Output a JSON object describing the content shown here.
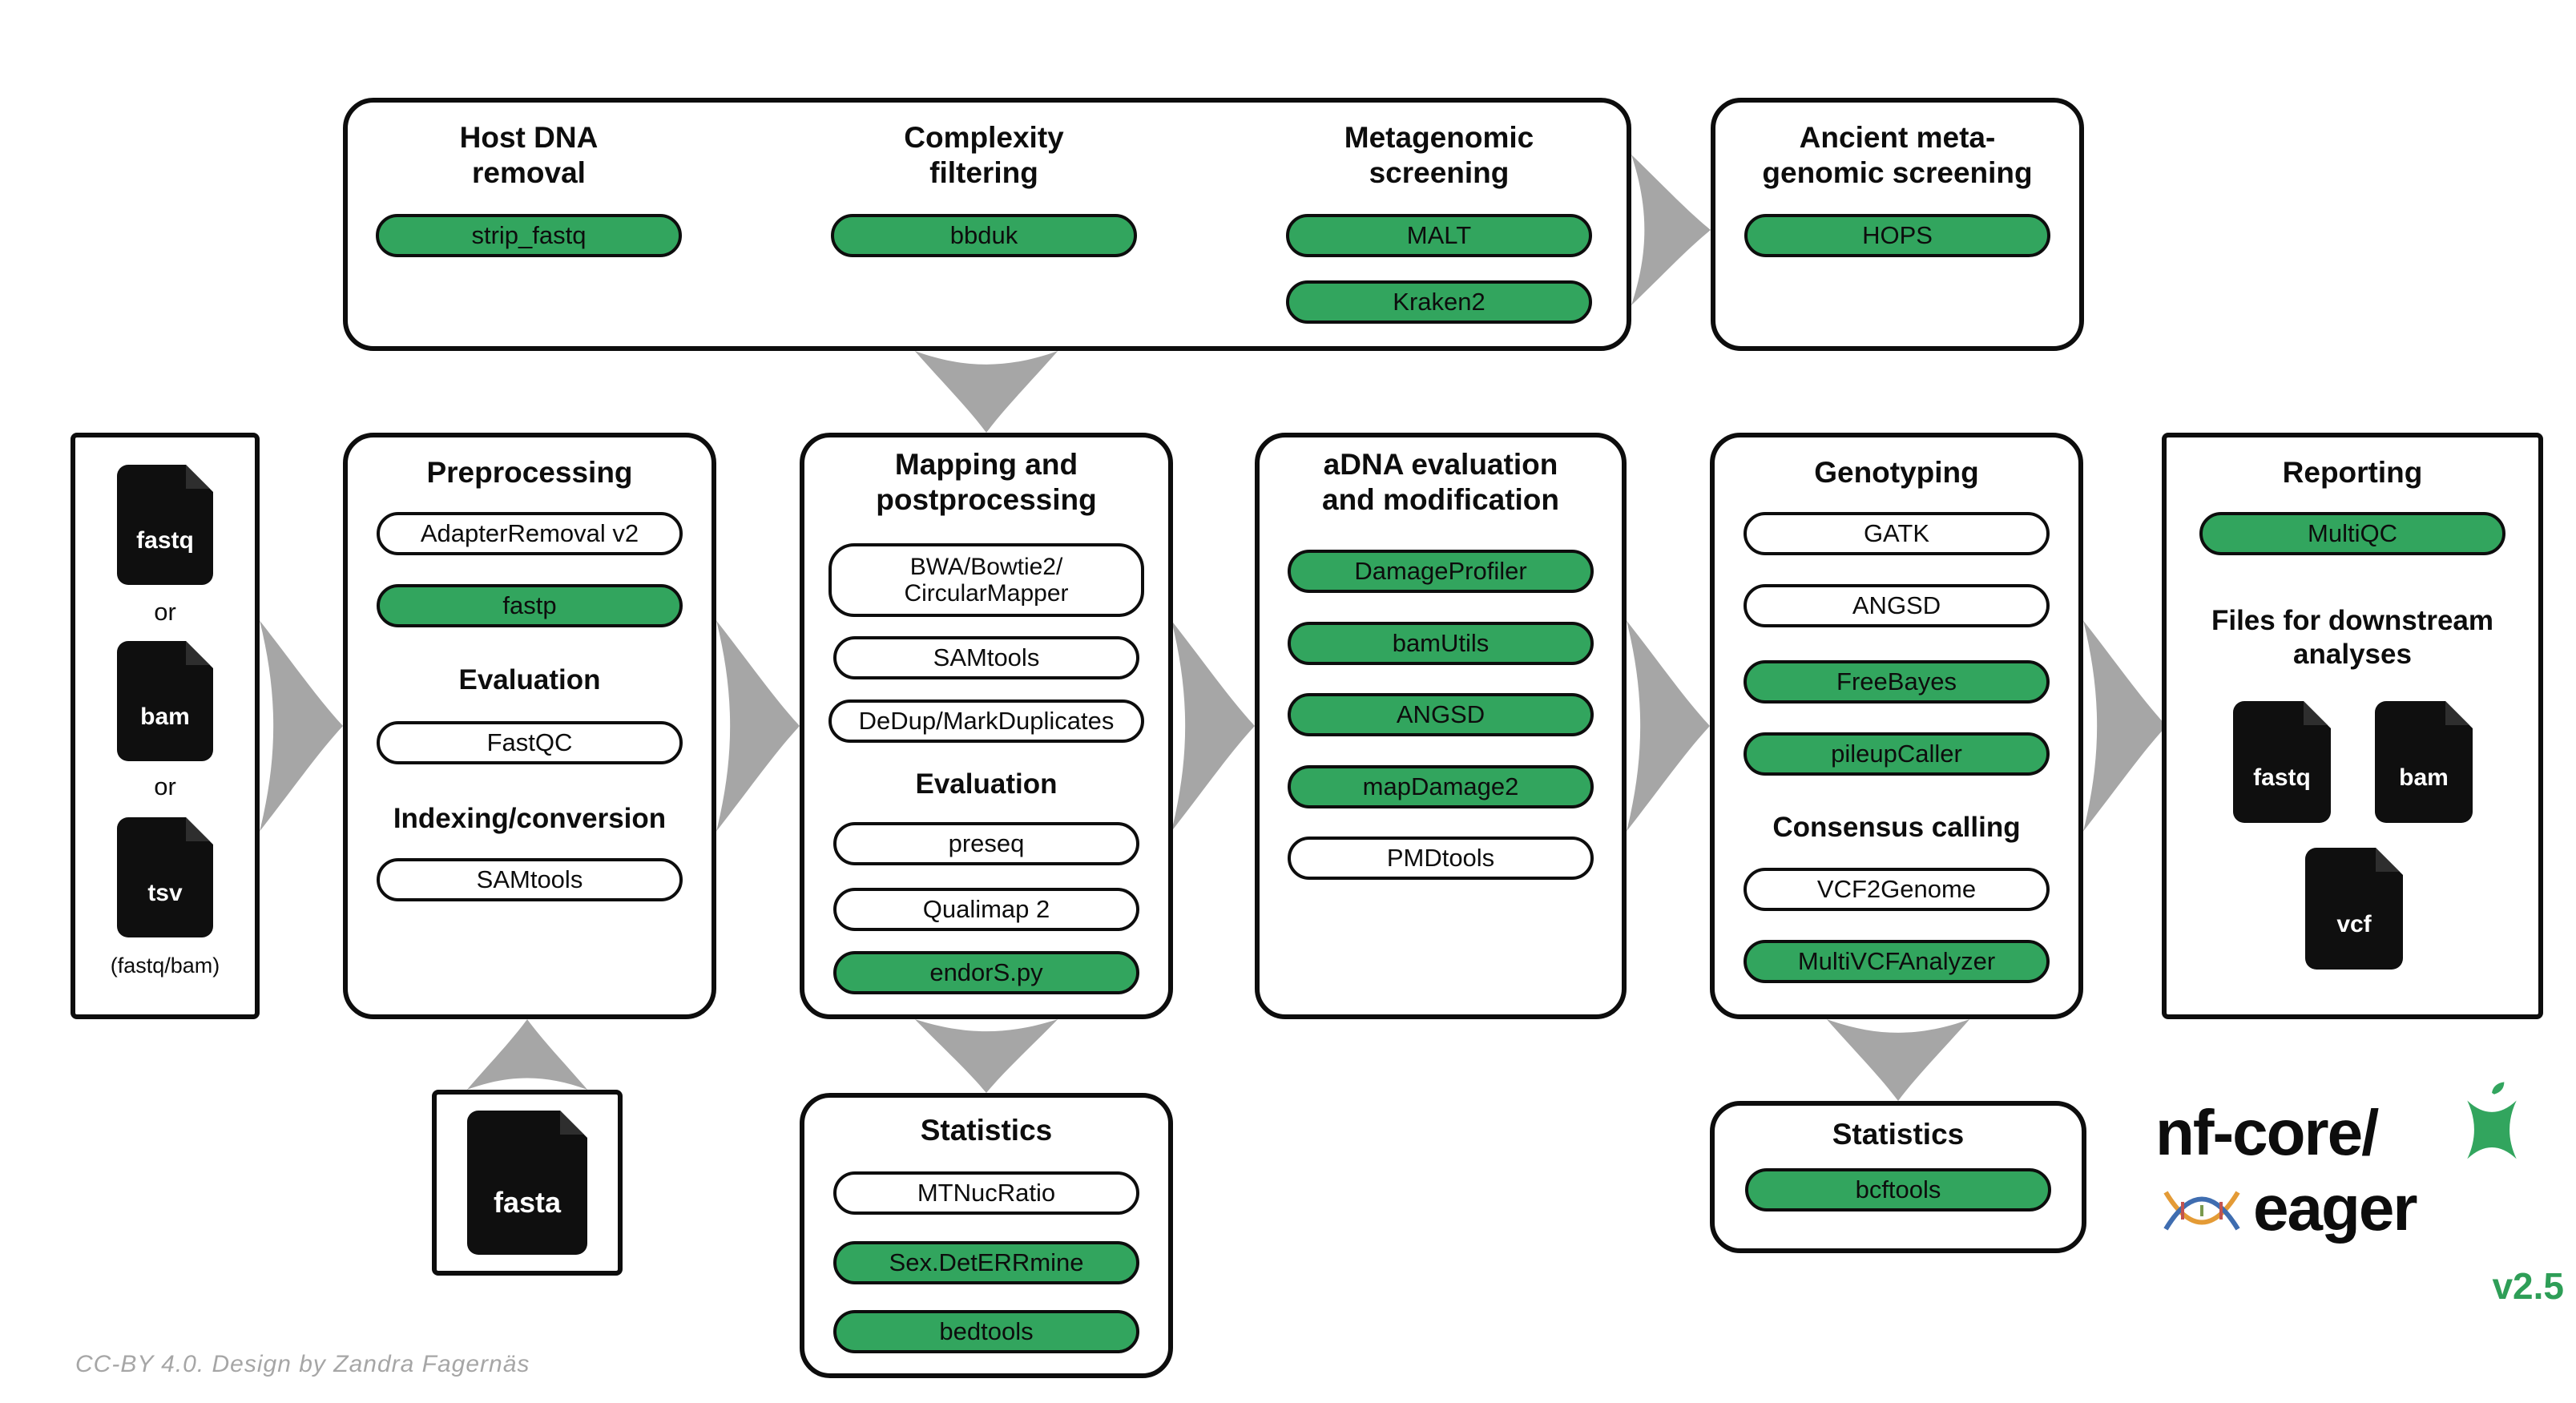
{
  "colors": {
    "green": "#32a55e",
    "green_dark": "#2e9e57",
    "arrow": "#a6a6a6"
  },
  "attribution": "CC-BY 4.0. Design by Zandra Fagernäs",
  "input_box": {
    "file1": "fastq",
    "or1": "or",
    "file2": "bam",
    "or2": "or",
    "file3": "tsv",
    "caption": "(fastq/bam)"
  },
  "host_dna": {
    "title1": "Host DNA",
    "title2": "removal",
    "tool1": "strip_fastq"
  },
  "complexity": {
    "title1": "Complexity",
    "title2": "filtering",
    "tool1": "bbduk"
  },
  "metagenomic": {
    "title1": "Metagenomic",
    "title2": "screening",
    "tool1": "MALT",
    "tool2": "Kraken2"
  },
  "ancient": {
    "title1": "Ancient meta-",
    "title2": "genomic screening",
    "tool1": "HOPS"
  },
  "preprocessing": {
    "title": "Preprocessing",
    "tool1": "AdapterRemoval v2",
    "tool2": "fastp",
    "heading1": "Evaluation",
    "tool3": "FastQC",
    "heading2": "Indexing/conversion",
    "tool4": "SAMtools"
  },
  "mapping": {
    "title1": "Mapping and",
    "title2": "postprocessing",
    "tool1a": "BWA/Bowtie2/",
    "tool1b": "CircularMapper",
    "tool2": "SAMtools",
    "tool3": "DeDup/MarkDuplicates",
    "heading1": "Evaluation",
    "tool4": "preseq",
    "tool5": "Qualimap 2",
    "tool6": "endorS.py"
  },
  "adna": {
    "title1": "aDNA evaluation",
    "title2": "and modification",
    "tool1": "DamageProfiler",
    "tool2": "bamUtils",
    "tool3": "ANGSD",
    "tool4": "mapDamage2",
    "tool5": "PMDtools"
  },
  "genotyping": {
    "title": "Genotyping",
    "tool1": "GATK",
    "tool2": "ANGSD",
    "tool3": "FreeBayes",
    "tool4": "pileupCaller",
    "heading1": "Consensus calling",
    "tool5": "VCF2Genome",
    "tool6": "MultiVCFAnalyzer"
  },
  "reporting": {
    "title": "Reporting",
    "tool1": "MultiQC",
    "heading1": "Files for downstream",
    "heading2": "analyses",
    "file1": "fastq",
    "file2": "bam",
    "file3": "vcf"
  },
  "fasta_box": {
    "file": "fasta"
  },
  "statistics_mapping": {
    "title": "Statistics",
    "tool1": "MTNucRatio",
    "tool2": "Sex.DetERRmine",
    "tool3": "bedtools"
  },
  "statistics_genotyping": {
    "title": "Statistics",
    "tool1": "bcftools"
  },
  "logo": {
    "line1": "nf-core/",
    "line2": "eager",
    "version": "v2.5"
  }
}
